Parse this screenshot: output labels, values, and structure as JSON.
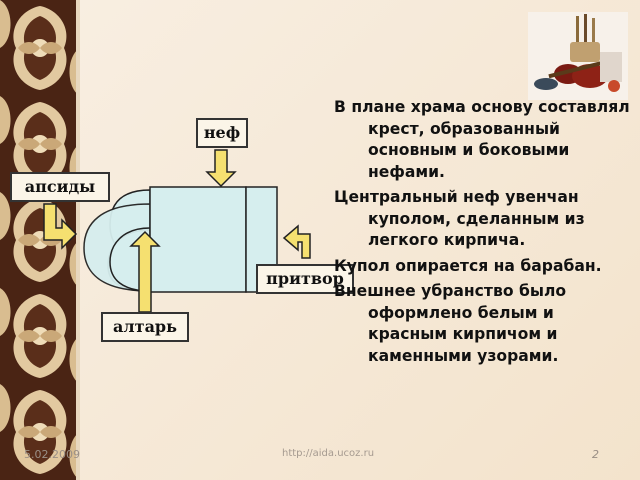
{
  "diagram": {
    "labels": {
      "nave": "неф",
      "apses": "апсиды",
      "narthex": "притвор",
      "altar": "алтарь"
    }
  },
  "text": {
    "paragraphs": [
      "В плане храма основу составлял крест, образованный основным и боковыми нефами.",
      "Центральный неф увенчан куполом, сделанным из легкого кирпича.",
      "Купол опирается на барабан.",
      "Внешнее убранство было оформлено белым и красным кирпичом и каменными узорами."
    ]
  },
  "footer": {
    "date": "5.02.2009",
    "url": "http://aida.ucoz.ru",
    "page": "2"
  },
  "colors": {
    "building_fill": "#d6eeee",
    "arrow_fill": "#f5e070",
    "ornament_dark": "#5a2e1a",
    "ornament_light": "#e9d3ad"
  }
}
